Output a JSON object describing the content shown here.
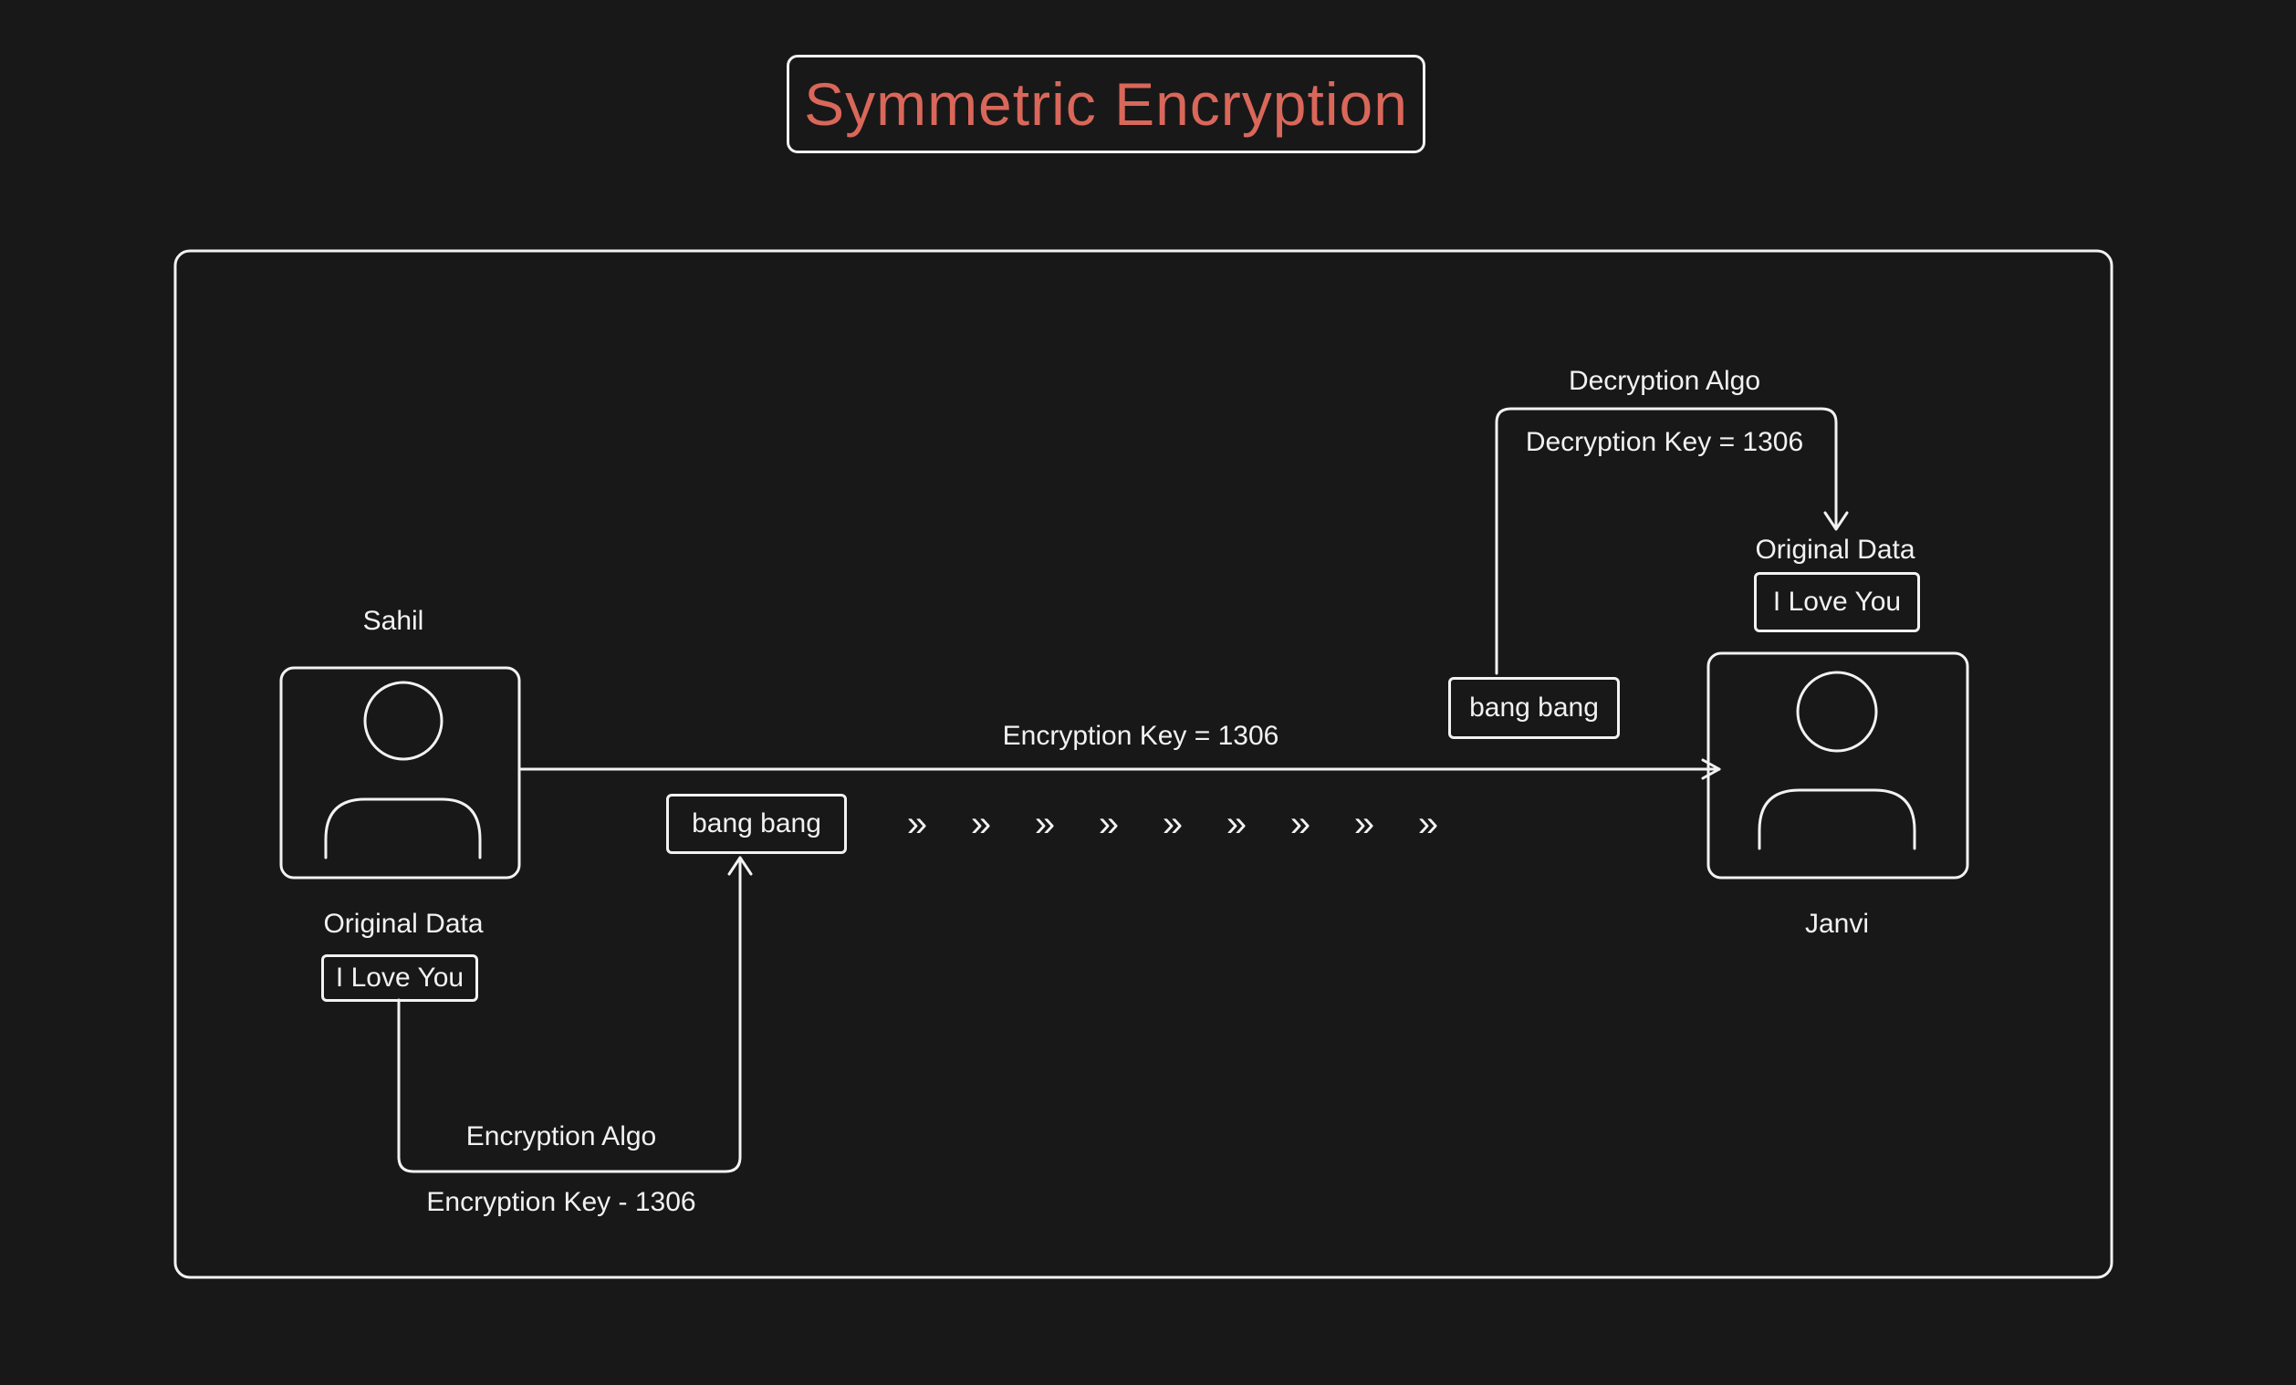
{
  "title": "Symmetric Encryption",
  "colors": {
    "background": "#181818",
    "stroke": "#f2f2f2",
    "title_text": "#d9675a"
  },
  "sender": {
    "name": "Sahil",
    "icon": "user-avatar-icon",
    "data_label": "Original Data",
    "data_value": "I Love You"
  },
  "receiver": {
    "name": "Janvi",
    "icon": "user-avatar-icon",
    "data_label": "Original Data",
    "data_value": "I Love You"
  },
  "encryption": {
    "algo_label": "Encryption Algo",
    "key_label": "Encryption Key - 1306",
    "ciphertext": "bang bang"
  },
  "transmission": {
    "key_label": "Encryption Key = 1306",
    "chevron": "»",
    "chevron_count": 9
  },
  "decryption": {
    "algo_label": "Decryption Algo",
    "key_label": "Decryption Key = 1306",
    "ciphertext": "bang bang"
  }
}
